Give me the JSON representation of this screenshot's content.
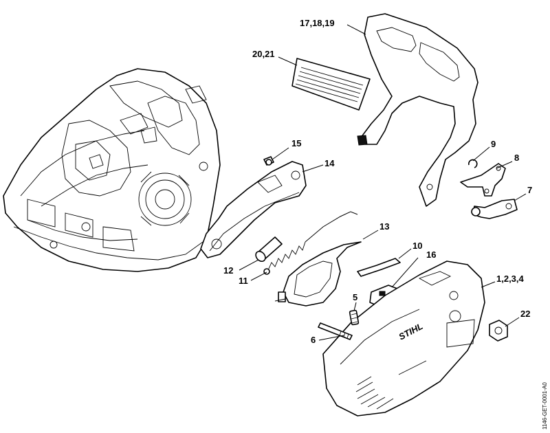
{
  "callouts": [
    {
      "id": "17_18_19",
      "text": "17,18,19"
    },
    {
      "id": "20_21",
      "text": "20,21"
    },
    {
      "id": "15",
      "text": "15"
    },
    {
      "id": "14",
      "text": "14"
    },
    {
      "id": "9",
      "text": "9"
    },
    {
      "id": "8",
      "text": "8"
    },
    {
      "id": "7",
      "text": "7"
    },
    {
      "id": "13",
      "text": "13"
    },
    {
      "id": "10",
      "text": "10"
    },
    {
      "id": "16",
      "text": "16"
    },
    {
      "id": "12",
      "text": "12"
    },
    {
      "id": "11",
      "text": "11"
    },
    {
      "id": "1_2_3_4",
      "text": "1,2,3,4"
    },
    {
      "id": "5",
      "text": "5"
    },
    {
      "id": "22",
      "text": "22"
    },
    {
      "id": "6",
      "text": "6"
    }
  ],
  "brand": "STIHL",
  "drawing_code": "1146-GET-0001-A0"
}
